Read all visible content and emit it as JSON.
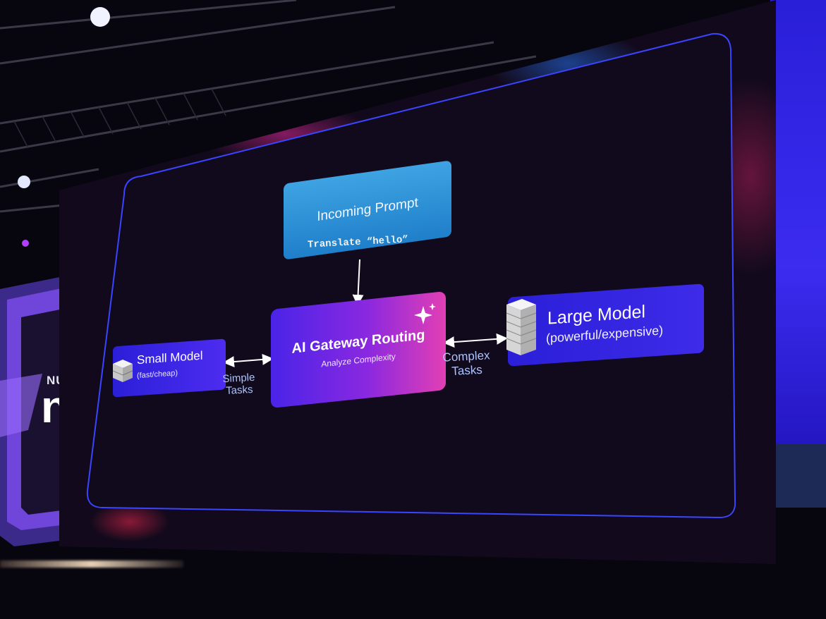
{
  "venue": {
    "brand_small": "NUTA",
    "brand_large": "ne"
  },
  "diagram": {
    "incoming_prompt": {
      "label": "Incoming Prompt",
      "example": "Translate “hello”"
    },
    "gateway": {
      "title": "AI Gateway Routing",
      "subtitle": "Analyze Complexity",
      "icon": "sparkle-icon"
    },
    "small_model": {
      "title": "Small Model",
      "subtitle": "(fast/cheap)",
      "icon": "small-server-icon"
    },
    "large_model": {
      "title": "Large Model",
      "subtitle": "(powerful/expensive)",
      "icon": "server-rack-icon"
    },
    "edges": {
      "simple_line1": "Simple",
      "simple_line2": "Tasks",
      "complex_line1": "Complex",
      "complex_line2": "Tasks"
    }
  },
  "colors": {
    "slide_border": "#3a45ff",
    "prompt_fill": "#2f90d6",
    "gateway_gradient_start": "#4a24e8",
    "gateway_gradient_end": "#e23fb4",
    "model_fill": "#3324e0",
    "edge_label": "#a9c4ff"
  }
}
